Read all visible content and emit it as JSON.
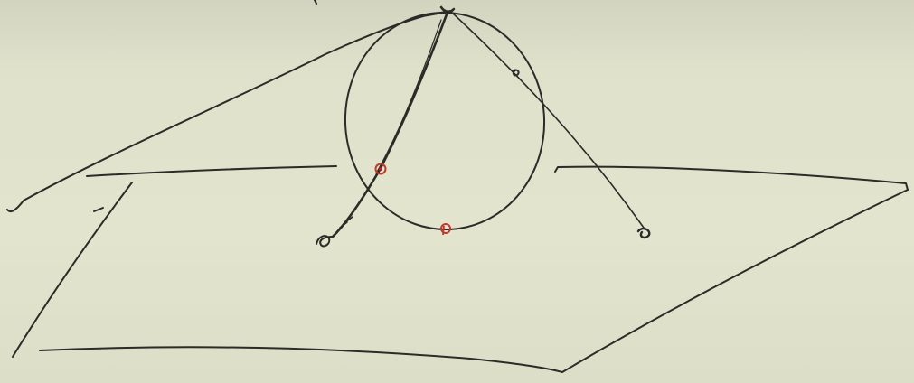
{
  "colors": {
    "board": "#e1e3cd",
    "ink": "#2b2b27",
    "marker_red": "#c0392b"
  },
  "drawing": {
    "description_free": true,
    "elements": [
      "plane-sheet",
      "circle",
      "chord-line",
      "secant-line",
      "tangent-line",
      "red-point-left",
      "red-point-bottom",
      "top-point"
    ]
  }
}
